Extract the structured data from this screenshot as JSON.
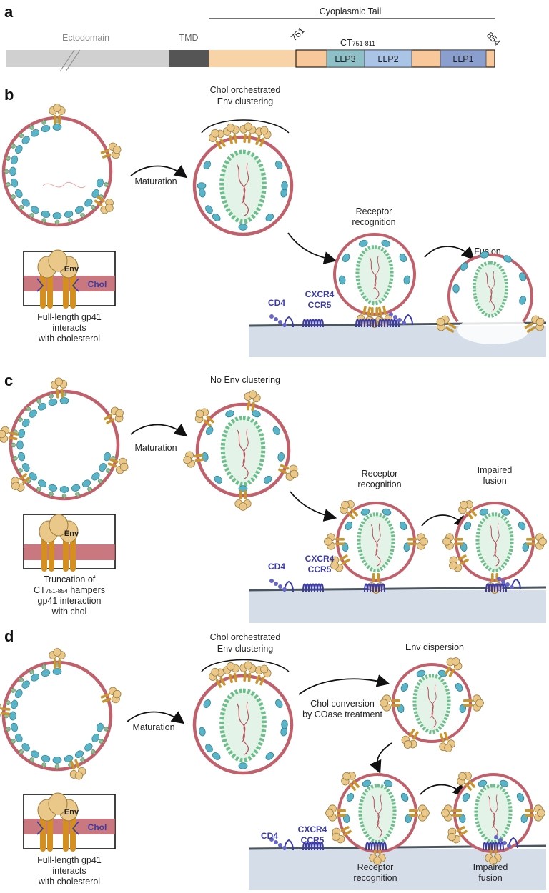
{
  "panels": {
    "a": "a",
    "b": "b",
    "c": "c",
    "d": "d"
  },
  "domain_bar": {
    "tail_title": "Cyoplasmic Tail",
    "ectodomain": "Ectodomain",
    "tmd": "TMD",
    "pos_start": "751",
    "pos_end": "854",
    "ct_label": "CT",
    "ct_sub": "751-811",
    "llp3": "LLP3",
    "llp2": "LLP2",
    "llp1": "LLP1"
  },
  "panel_b": {
    "title_line1": "Chol orchestrated",
    "title_line2": "Env clustering",
    "maturation": "Maturation",
    "receptor_line1": "Receptor",
    "receptor_line2": "recognition",
    "fusion": "Fusion",
    "inset_env": "Env",
    "inset_chol": "Chol",
    "caption_line1": "Full-length gp41",
    "caption_line2": "interacts",
    "caption_line3": "with cholesterol",
    "cd4": "CD4",
    "cxcr4": "CXCR4",
    "ccr5": "CCR5"
  },
  "panel_c": {
    "title": "No Env clustering",
    "maturation": "Maturation",
    "receptor_line1": "Receptor",
    "receptor_line2": "recognition",
    "impaired_line1": "Impaired",
    "impaired_line2": "fusion",
    "inset_env": "Env",
    "caption_line1": "Truncation of",
    "caption_ct": "CT",
    "caption_ct_sub": "751-854",
    "caption_line2_rest": " hampers",
    "caption_line3": "gp41 interaction",
    "caption_line4": "with chol",
    "cd4": "CD4",
    "cxcr4": "CXCR4",
    "ccr5": "CCR5"
  },
  "panel_d": {
    "title_line1": "Chol orchestrated",
    "title_line2": "Env clustering",
    "maturation": "Maturation",
    "dispersion": "Env dispersion",
    "conversion_line1": "Chol conversion",
    "conversion_line2": "by COase treatment",
    "receptor_line1": "Receptor",
    "receptor_line2": "recognition",
    "impaired_line1": "Impaired",
    "impaired_line2": "fusion",
    "inset_env": "Env",
    "inset_chol": "Chol",
    "caption_line1": "Full-length gp41",
    "caption_line2": "interacts",
    "caption_line3": "with cholesterol",
    "cd4": "CD4",
    "cxcr4": "CXCR4",
    "ccr5": "CCR5"
  },
  "colors": {
    "membrane": "#c0606a",
    "capsid": "#6cbf8a",
    "matrix": "#5ab4c8",
    "env": "#e9c88a",
    "cell": "#d4dde8",
    "receptor": "#3b3ba8",
    "ectodomain": "#d0d0d0",
    "tmd": "#555555",
    "tail": "#f8d3a8",
    "llp3": "#8ec0c8",
    "llp2": "#a9c4e6",
    "llp1": "#8b9fcf"
  }
}
